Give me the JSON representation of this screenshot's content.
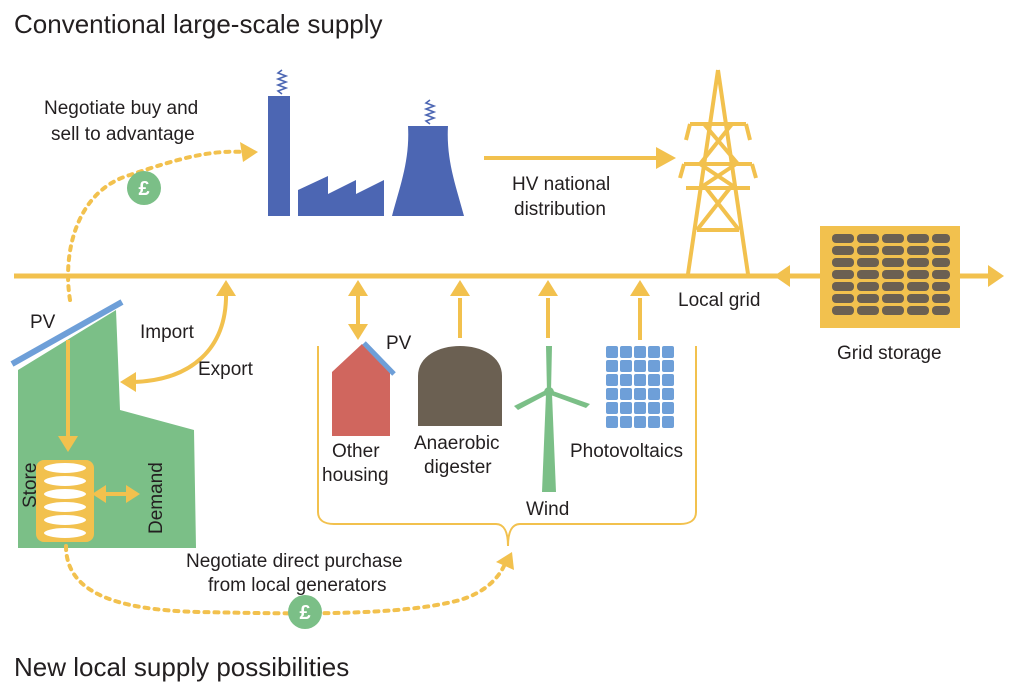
{
  "headings": {
    "top": "Conventional large-scale supply",
    "bottom": "New local supply possibilities"
  },
  "labels": {
    "negotiate_buy_sell_1": "Negotiate buy and",
    "negotiate_buy_sell_2": "sell to advantage",
    "hv_distribution_1": "HV national",
    "hv_distribution_2": "distribution",
    "local_grid": "Local grid",
    "grid_storage": "Grid storage",
    "pv_house": "PV",
    "import": "Import",
    "export": "Export",
    "store": "Store",
    "demand": "Demand",
    "pv_other": "PV",
    "other_housing_1": "Other",
    "other_housing_2": "housing",
    "anaerobic_1": "Anaerobic",
    "anaerobic_2": "digester",
    "wind": "Wind",
    "photovoltaics": "Photovoltaics",
    "negotiate_direct_1": "Negotiate direct purchase",
    "negotiate_direct_2": "from local generators",
    "pound_symbol_top": "£",
    "pound_symbol_bottom": "£"
  },
  "colors": {
    "grid_line": "#f2c14e",
    "power_station": "#4c66b3",
    "house_green": "#7bbf87",
    "house_red": "#d0665e",
    "digester": "#6b6052",
    "wind_turbine": "#7bbf87",
    "solar_panel": "#6e9fd8",
    "pv_strip": "#6e9fd8",
    "battery_dark": "#6b6052",
    "pound_badge": "#7bbf87"
  }
}
